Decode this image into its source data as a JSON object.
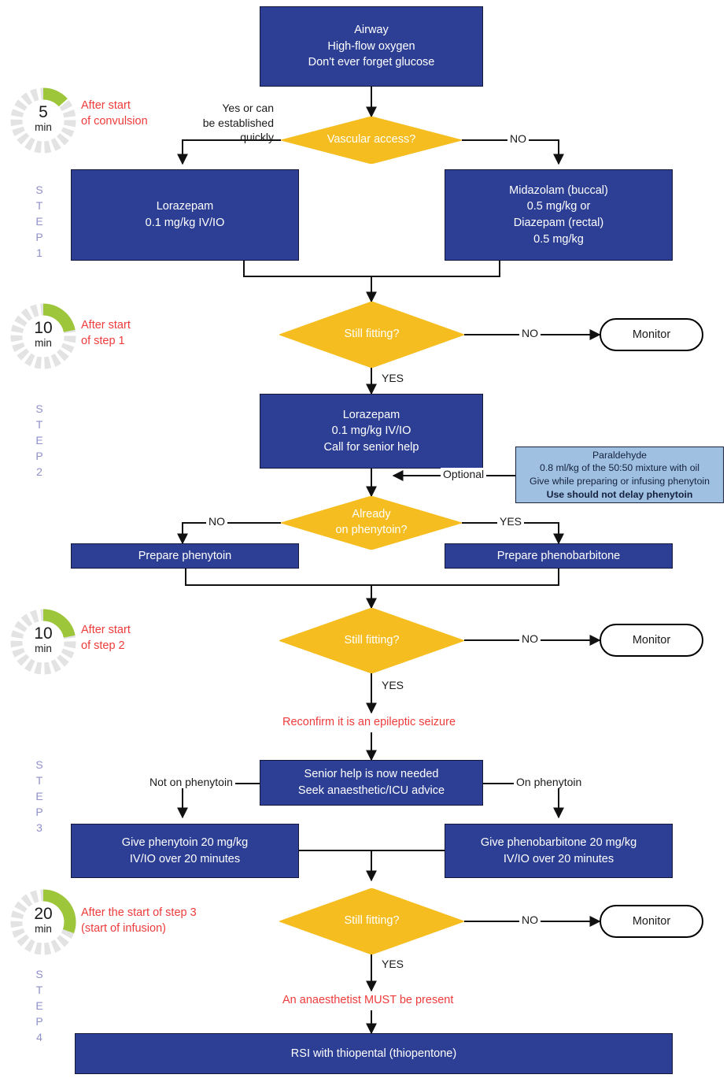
{
  "title": "Convulsive status epilepticus — APLS algorithm",
  "colors": {
    "navy": "#2d3f94",
    "yellow": "#f5bd1f",
    "light_blue": "#9fc0e0",
    "red": "#ee3b3b",
    "green": "#9ec63b",
    "ring_grey": "#e2e2e2",
    "step_purple": "#8f90c8"
  },
  "timers": [
    {
      "id": "timer-5min",
      "value": "5",
      "unit": "min",
      "note_line1": "After start",
      "note_line2": "of convulsion",
      "arc_degrees": 48
    },
    {
      "id": "timer-10min-step1",
      "value": "10",
      "unit": "min",
      "note_line1": "After start",
      "note_line2": "of step 1",
      "arc_degrees": 78
    },
    {
      "id": "timer-10min-step2",
      "value": "10",
      "unit": "min",
      "note_line1": "After start",
      "note_line2": "of step 2",
      "arc_degrees": 78
    },
    {
      "id": "timer-20min-step3",
      "value": "20",
      "unit": "min",
      "note_line1": "After the start of step 3",
      "note_line2": "(start of infusion)",
      "arc_degrees": 160
    }
  ],
  "steps": [
    {
      "id": "step-1",
      "letters": [
        "S",
        "T",
        "E",
        "P",
        "1"
      ]
    },
    {
      "id": "step-2",
      "letters": [
        "S",
        "T",
        "E",
        "P",
        "2"
      ]
    },
    {
      "id": "step-3",
      "letters": [
        "S",
        "T",
        "E",
        "P",
        "3"
      ]
    },
    {
      "id": "step-4",
      "letters": [
        "S",
        "T",
        "E",
        "P",
        "4"
      ]
    }
  ],
  "nodes": {
    "airway": {
      "lines": [
        "Airway",
        "High-flow oxygen",
        "Don't ever forget glucose"
      ]
    },
    "vascular_access": {
      "label": "Vascular access?"
    },
    "lorazepam_1": {
      "lines": [
        "Lorazepam",
        "0.1 mg/kg IV/IO"
      ]
    },
    "midazolam": {
      "lines": [
        "Midazolam (buccal)",
        "0.5 mg/kg or",
        "Diazepam (rectal)",
        "0.5 mg/kg"
      ]
    },
    "still_fitting_1": {
      "label": "Still fitting?"
    },
    "monitor_1": {
      "label": "Monitor"
    },
    "lorazepam_2": {
      "lines": [
        "Lorazepam",
        "0.1 mg/kg IV/IO",
        "Call for senior help"
      ]
    },
    "paraldehyde": {
      "title": "Paraldehyde",
      "line2": "0.8 ml/kg  of the 50:50 mixture with oil",
      "line3": "Give while preparing or infusing phenytoin",
      "line4_bold": "Use should not delay phenytoin"
    },
    "already_on_phenytoin": {
      "line1": "Already",
      "line2": "on phenytoin?"
    },
    "prepare_phenytoin": {
      "label": "Prepare phenytoin"
    },
    "prepare_phenobarbitone": {
      "label": "Prepare phenobarbitone"
    },
    "still_fitting_2": {
      "label": "Still fitting?"
    },
    "monitor_2": {
      "label": "Monitor"
    },
    "reconfirm": {
      "label": "Reconfirm it is an epileptic seizure"
    },
    "senior_help": {
      "lines": [
        "Senior help is now needed",
        "Seek anaesthetic/ICU advice"
      ]
    },
    "give_phenytoin": {
      "lines": [
        "Give phenytoin 20 mg/kg",
        "IV/IO over 20 minutes"
      ]
    },
    "give_phenobarbitone": {
      "lines": [
        "Give phenobarbitone 20 mg/kg",
        "IV/IO over 20 minutes"
      ]
    },
    "still_fitting_3": {
      "label": "Still fitting?"
    },
    "monitor_3": {
      "label": "Monitor"
    },
    "anaesthetist": {
      "label": "An anaesthetist MUST be present"
    },
    "rsi": {
      "label": "RSI with thiopental (thiopentone)"
    }
  },
  "edge_labels": {
    "yes_or_can_be_established_quickly": "Yes or can\nbe established\nquickly",
    "no_vascular": "NO",
    "no_fitting_1": "NO",
    "yes_fitting_1": "YES",
    "optional": "Optional",
    "no_phenytoin": "NO",
    "yes_phenytoin": "YES",
    "no_fitting_2": "NO",
    "yes_fitting_2": "YES",
    "not_on_phenytoin": "Not on phenytoin",
    "on_phenytoin": "On phenytoin",
    "no_fitting_3": "NO",
    "yes_fitting_3": "YES"
  }
}
